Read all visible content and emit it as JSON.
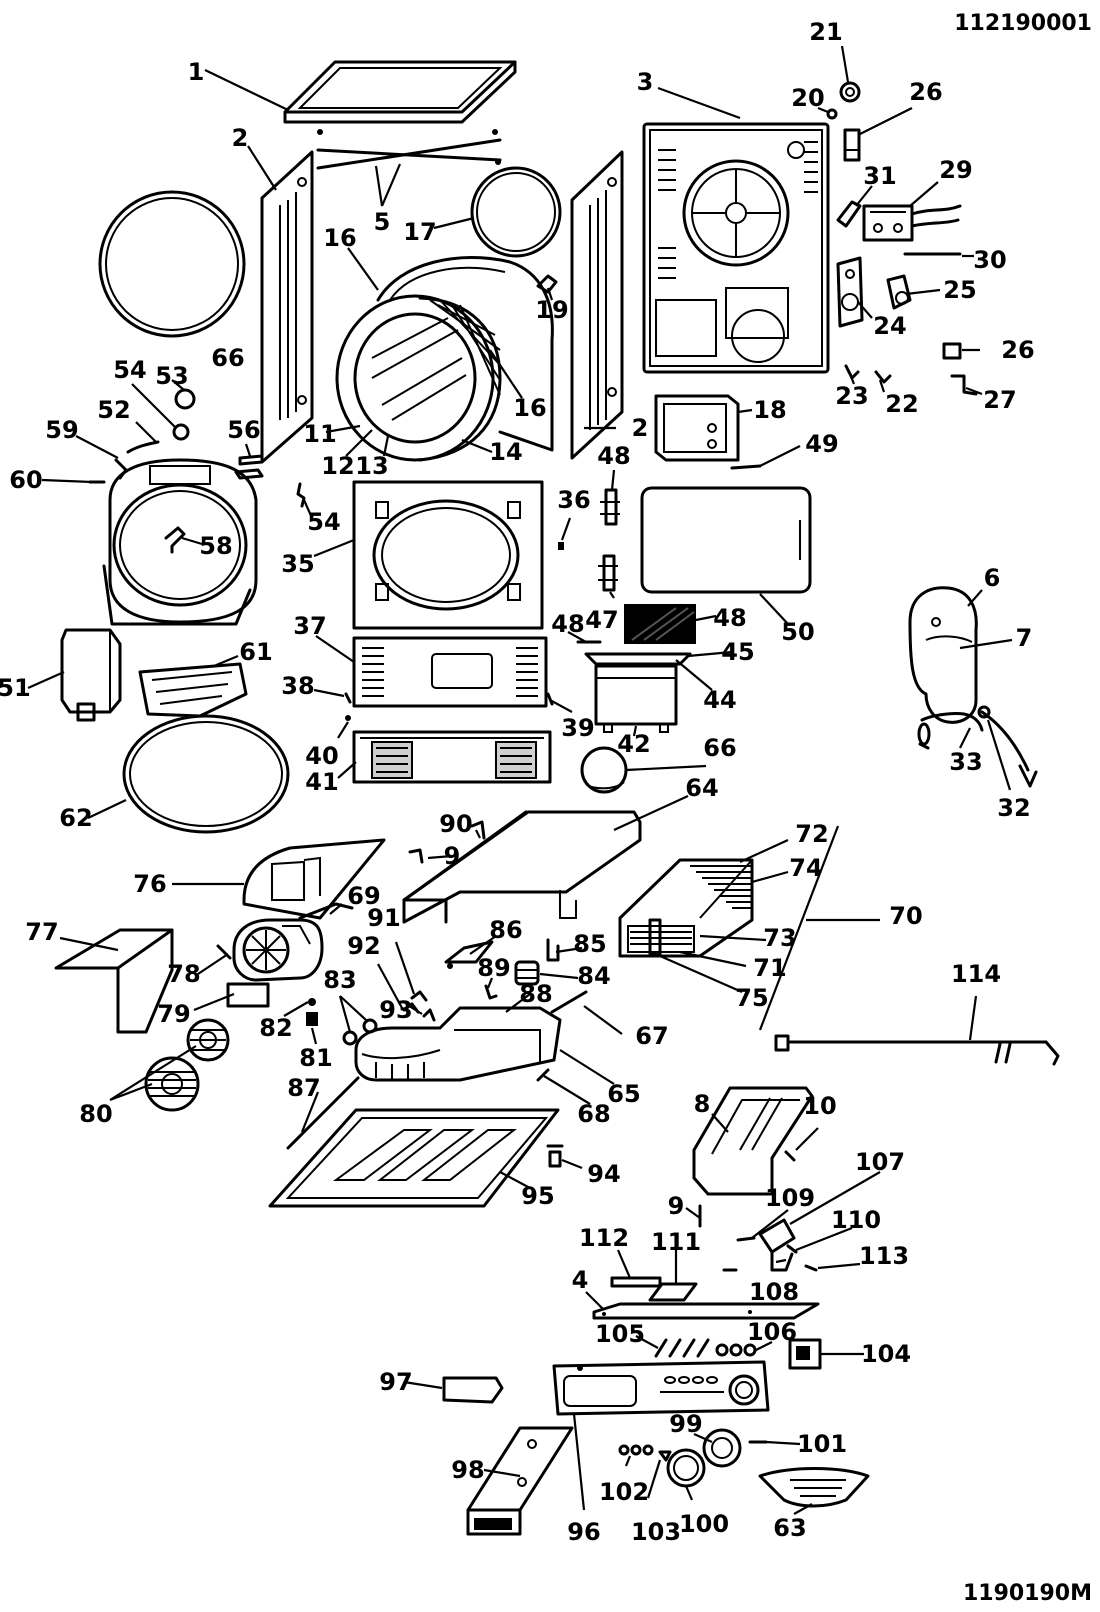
{
  "header": {
    "top_code": "112190001",
    "bottom_code": "1190190M"
  },
  "callouts": [
    {
      "id": "1",
      "text": "1"
    },
    {
      "id": "2a",
      "text": "2"
    },
    {
      "id": "2b",
      "text": "2"
    },
    {
      "id": "3",
      "text": "3"
    },
    {
      "id": "4",
      "text": "4"
    },
    {
      "id": "5",
      "text": "5"
    },
    {
      "id": "6",
      "text": "6"
    },
    {
      "id": "7",
      "text": "7"
    },
    {
      "id": "8",
      "text": "8"
    },
    {
      "id": "9a",
      "text": "9"
    },
    {
      "id": "9b",
      "text": "9"
    },
    {
      "id": "10",
      "text": "10"
    },
    {
      "id": "11",
      "text": "11"
    },
    {
      "id": "12",
      "text": "12"
    },
    {
      "id": "13",
      "text": "13"
    },
    {
      "id": "14",
      "text": "14"
    },
    {
      "id": "16a",
      "text": "16"
    },
    {
      "id": "16b",
      "text": "16"
    },
    {
      "id": "17",
      "text": "17"
    },
    {
      "id": "18",
      "text": "18"
    },
    {
      "id": "19",
      "text": "19"
    },
    {
      "id": "20",
      "text": "20"
    },
    {
      "id": "21",
      "text": "21"
    },
    {
      "id": "22",
      "text": "22"
    },
    {
      "id": "23",
      "text": "23"
    },
    {
      "id": "24",
      "text": "24"
    },
    {
      "id": "25",
      "text": "25"
    },
    {
      "id": "26a",
      "text": "26"
    },
    {
      "id": "26b",
      "text": "26"
    },
    {
      "id": "27",
      "text": "27"
    },
    {
      "id": "29",
      "text": "29"
    },
    {
      "id": "30",
      "text": "30"
    },
    {
      "id": "31",
      "text": "31"
    },
    {
      "id": "32",
      "text": "32"
    },
    {
      "id": "33",
      "text": "33"
    },
    {
      "id": "35",
      "text": "35"
    },
    {
      "id": "36",
      "text": "36"
    },
    {
      "id": "37",
      "text": "37"
    },
    {
      "id": "38",
      "text": "38"
    },
    {
      "id": "39",
      "text": "39"
    },
    {
      "id": "40",
      "text": "40"
    },
    {
      "id": "41",
      "text": "41"
    },
    {
      "id": "42",
      "text": "42"
    },
    {
      "id": "44",
      "text": "44"
    },
    {
      "id": "45",
      "text": "45"
    },
    {
      "id": "47",
      "text": "47"
    },
    {
      "id": "48a",
      "text": "48"
    },
    {
      "id": "48b",
      "text": "48"
    },
    {
      "id": "48c",
      "text": "48"
    },
    {
      "id": "49",
      "text": "49"
    },
    {
      "id": "50",
      "text": "50"
    },
    {
      "id": "51",
      "text": "51"
    },
    {
      "id": "52",
      "text": "52"
    },
    {
      "id": "53",
      "text": "53"
    },
    {
      "id": "54a",
      "text": "54"
    },
    {
      "id": "54b",
      "text": "54"
    },
    {
      "id": "56",
      "text": "56"
    },
    {
      "id": "58",
      "text": "58"
    },
    {
      "id": "59",
      "text": "59"
    },
    {
      "id": "60",
      "text": "60"
    },
    {
      "id": "61",
      "text": "61"
    },
    {
      "id": "62",
      "text": "62"
    },
    {
      "id": "63",
      "text": "63"
    },
    {
      "id": "64",
      "text": "64"
    },
    {
      "id": "65",
      "text": "65"
    },
    {
      "id": "66a",
      "text": "66"
    },
    {
      "id": "66b",
      "text": "66"
    },
    {
      "id": "67",
      "text": "67"
    },
    {
      "id": "68",
      "text": "68"
    },
    {
      "id": "69",
      "text": "69"
    },
    {
      "id": "70",
      "text": "70"
    },
    {
      "id": "71",
      "text": "71"
    },
    {
      "id": "72",
      "text": "72"
    },
    {
      "id": "73",
      "text": "73"
    },
    {
      "id": "74",
      "text": "74"
    },
    {
      "id": "75",
      "text": "75"
    },
    {
      "id": "76",
      "text": "76"
    },
    {
      "id": "77",
      "text": "77"
    },
    {
      "id": "78",
      "text": "78"
    },
    {
      "id": "79",
      "text": "79"
    },
    {
      "id": "80",
      "text": "80"
    },
    {
      "id": "81",
      "text": "81"
    },
    {
      "id": "82",
      "text": "82"
    },
    {
      "id": "83",
      "text": "83"
    },
    {
      "id": "84",
      "text": "84"
    },
    {
      "id": "85",
      "text": "85"
    },
    {
      "id": "86",
      "text": "86"
    },
    {
      "id": "87",
      "text": "87"
    },
    {
      "id": "88",
      "text": "88"
    },
    {
      "id": "89",
      "text": "89"
    },
    {
      "id": "90",
      "text": "90"
    },
    {
      "id": "91",
      "text": "91"
    },
    {
      "id": "92",
      "text": "92"
    },
    {
      "id": "93",
      "text": "93"
    },
    {
      "id": "94",
      "text": "94"
    },
    {
      "id": "95",
      "text": "95"
    },
    {
      "id": "96",
      "text": "96"
    },
    {
      "id": "97",
      "text": "97"
    },
    {
      "id": "98",
      "text": "98"
    },
    {
      "id": "99",
      "text": "99"
    },
    {
      "id": "100",
      "text": "100"
    },
    {
      "id": "101",
      "text": "101"
    },
    {
      "id": "102",
      "text": "102"
    },
    {
      "id": "103",
      "text": "103"
    },
    {
      "id": "104",
      "text": "104"
    },
    {
      "id": "105",
      "text": "105"
    },
    {
      "id": "106",
      "text": "106"
    },
    {
      "id": "107",
      "text": "107"
    },
    {
      "id": "108",
      "text": "108"
    },
    {
      "id": "109",
      "text": "109"
    },
    {
      "id": "110",
      "text": "110"
    },
    {
      "id": "111",
      "text": "111"
    },
    {
      "id": "112",
      "text": "112"
    },
    {
      "id": "113",
      "text": "113"
    },
    {
      "id": "114",
      "text": "114"
    }
  ]
}
